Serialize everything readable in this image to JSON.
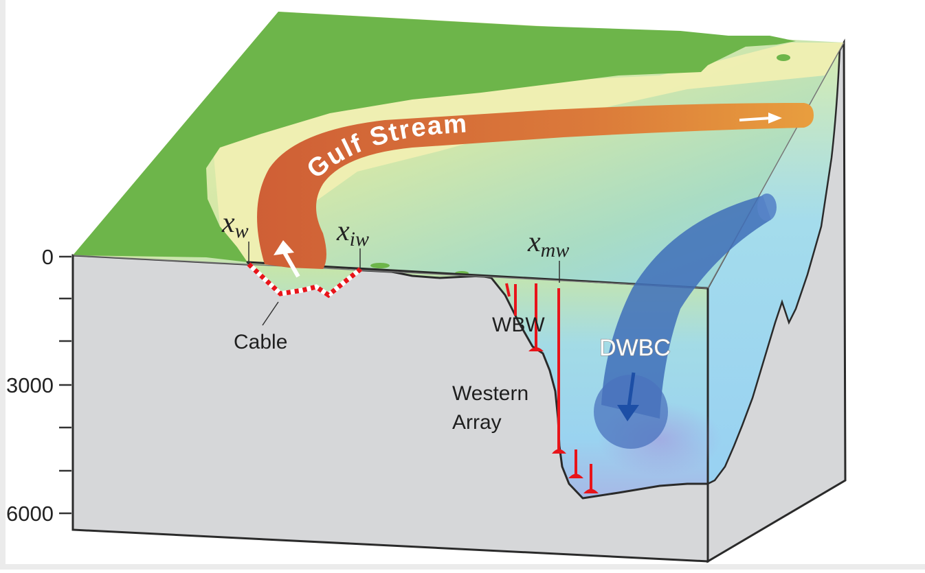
{
  "diagram": {
    "title": "Schematic of western boundary currents and observing array",
    "depth_axis": {
      "tick_labels": [
        "0",
        "3000",
        "6000"
      ],
      "major_ticks": [
        0,
        3000,
        6000
      ],
      "minor_ticks": [
        1000,
        2000,
        4000,
        5000
      ]
    },
    "currents": {
      "gulf_stream": {
        "label": "Gulf Stream",
        "color": "#d2643a",
        "color_end": "#e69a3c"
      },
      "dwbc": {
        "label": "DWBC",
        "color": "#3f6fb8"
      }
    },
    "markers": {
      "x_w": {
        "base": "x",
        "sub": "w"
      },
      "x_iw": {
        "base": "x",
        "sub": "iw"
      },
      "x_mw": {
        "base": "x",
        "sub": "mw"
      }
    },
    "annotations": {
      "cable": "Cable",
      "wbw": "WBW",
      "western_array_line1": "Western",
      "western_array_line2": "Array"
    },
    "colors": {
      "land": "#6db54a",
      "shelf": "#f0efb0",
      "ocean_shallow": "#c8e3a6",
      "ocean_deep": "#9cd6ee",
      "seafloor": "#d6d7d9",
      "mooring": "#e8141a"
    }
  }
}
